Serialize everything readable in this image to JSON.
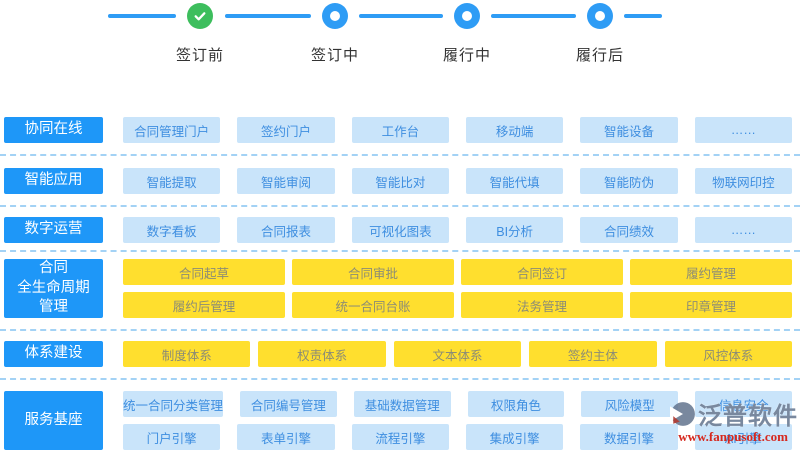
{
  "timeline": {
    "steps": [
      {
        "label": "签订前",
        "state": "done"
      },
      {
        "label": "签订中",
        "state": "pending"
      },
      {
        "label": "履行中",
        "state": "pending"
      },
      {
        "label": "履行后",
        "state": "pending"
      }
    ]
  },
  "rows": [
    {
      "label": "协同在线",
      "theme": "blue",
      "groups": [
        [
          "合同管理门户",
          "签约门户",
          "工作台",
          "移动端",
          "智能设备",
          "……"
        ]
      ]
    },
    {
      "label": "智能应用",
      "theme": "blue",
      "groups": [
        [
          "智能提取",
          "智能审阅",
          "智能比对",
          "智能代填",
          "智能防伪",
          "物联网印控"
        ]
      ]
    },
    {
      "label": "数字运营",
      "theme": "blue",
      "groups": [
        [
          "数字看板",
          "合同报表",
          "可视化图表",
          "BI分析",
          "合同绩效",
          "……"
        ]
      ]
    },
    {
      "label": "合同\n全生命周期\n管理",
      "theme": "yellow",
      "groups": [
        [
          "合同起草",
          "合同审批",
          "合同签订",
          "履约管理"
        ],
        [
          "履约后管理",
          "统一合同台账",
          "法务管理",
          "印章管理"
        ]
      ]
    },
    {
      "label": "体系建设",
      "theme": "yellow",
      "groups": [
        [
          "制度体系",
          "权责体系",
          "文本体系",
          "签约主体",
          "风控体系"
        ]
      ]
    },
    {
      "label": "服务基座",
      "theme": "blue",
      "groups": [
        [
          "统一合同分类管理",
          "合同编号管理",
          "基础数据管理",
          "权限角色",
          "风险模型",
          "信息安全"
        ],
        [
          "门户引擎",
          "表单引擎",
          "流程引擎",
          "集成引擎",
          "数据引擎",
          "AI引擎"
        ]
      ]
    }
  ],
  "watermark": {
    "brand": "泛普软件",
    "url": "www.fanpusoft.com"
  },
  "colors": {
    "accent_blue": "#1E97F8",
    "timeline_blue": "#2E9CF5",
    "done_green": "#3DBE5D",
    "chip_blue_bg": "#C9E4FA",
    "chip_blue_text": "#3E8EE0",
    "chip_yellow_bg": "#FFDF2E",
    "chip_yellow_text": "#8C8C75",
    "divider_blue": "#A3D2F5",
    "watermark_slate": "#61738D",
    "watermark_red": "#D6281E"
  }
}
